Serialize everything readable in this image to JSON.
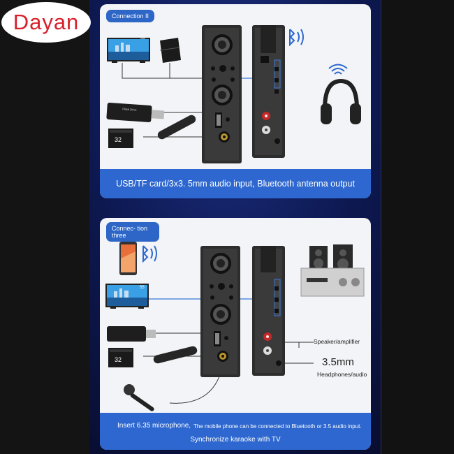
{
  "brand": {
    "logo_text": "Dayan"
  },
  "panel_1": {
    "tag": "Connection II",
    "screen_number": "55",
    "usb_stick_text": "Flash Drive",
    "tf_card_text": "32",
    "caption": "USB/TF card/3x3. 5mm audio input, Bluetooth antenna output"
  },
  "panel_2": {
    "tag": "Connec- tion three",
    "screen_number": "55",
    "tf_card_text": "32",
    "speaker_label": "Speaker/amplifier",
    "jack_label": "3.5mm",
    "headphones_label": "Headphones/audio",
    "caption_left": "Insert 6.35 microphone,",
    "caption_right": "The mobile phone can be connected to Bluetooth or 3.5 audio input.",
    "caption_bottom": "Synchronize karaoke with TV"
  },
  "colors": {
    "accent": "#2d67cf",
    "tag": "#2d66c7",
    "brand_red": "#d8212b",
    "background": "#0d1850"
  }
}
